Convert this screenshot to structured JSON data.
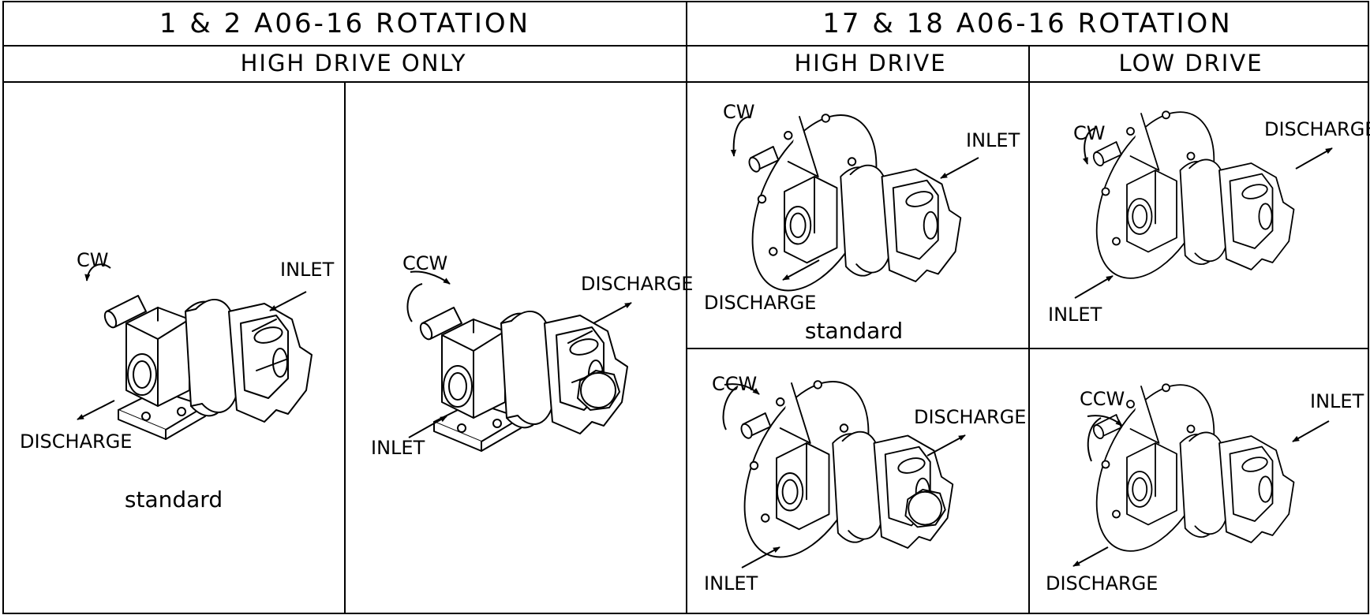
{
  "headers": {
    "left_title": "1 & 2 A06-16 ROTATION",
    "right_title": "17 & 18 A06-16 ROTATION",
    "left_sub": "HIGH DRIVE ONLY",
    "right_sub_high": "HIGH DRIVE",
    "right_sub_low": "LOW DRIVE"
  },
  "panels": [
    {
      "id": "p1",
      "rotation": "CW",
      "inlet": "INLET",
      "discharge": "DISCHARGE",
      "note": "standard"
    },
    {
      "id": "p2",
      "rotation": "CCW",
      "inlet": "INLET",
      "discharge": "DISCHARGE"
    },
    {
      "id": "p3",
      "rotation": "CW",
      "inlet": "INLET",
      "discharge": "DISCHARGE",
      "note": "standard"
    },
    {
      "id": "p4",
      "rotation": "CW",
      "inlet": "INLET",
      "discharge": "DISCHARGE"
    },
    {
      "id": "p5",
      "rotation": "CCW",
      "inlet": "INLET",
      "discharge": "DISCHARGE"
    },
    {
      "id": "p6",
      "rotation": "CCW",
      "inlet": "INLET",
      "discharge": "DISCHARGE"
    }
  ]
}
